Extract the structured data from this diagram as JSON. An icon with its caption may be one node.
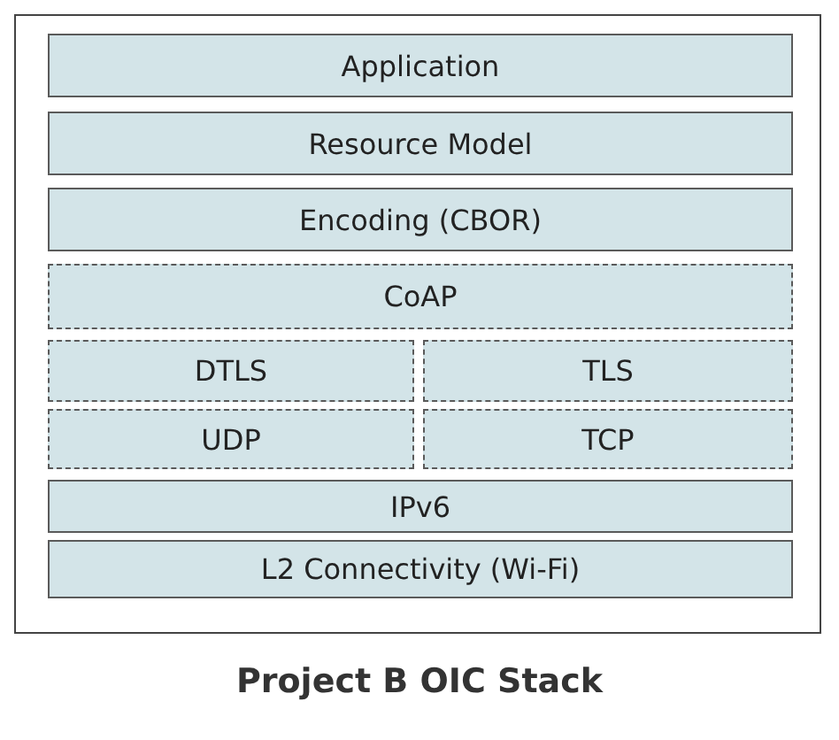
{
  "diagram": {
    "caption": "Project B OIC Stack",
    "nodes": [
      {
        "text": [],
        "shape": "box"
      },
      {
        "text": [
          "Application"
        ],
        "in": 0
      },
      {
        "text": [
          "Resource Model"
        ],
        "in": 0
      },
      {
        "text": [
          "Encoding (CBOR)"
        ],
        "in": 0
      },
      {
        "text": [
          "CoAP"
        ],
        "in": 0
      },
      {
        "text": [
          "DTLS"
        ],
        "in": 0
      },
      {
        "text": [
          "TLS"
        ],
        "in": 0
      },
      {
        "text": [
          "UDP"
        ],
        "in": 0
      },
      {
        "text": [
          "TCP"
        ],
        "in": 0
      },
      {
        "text": [
          "IPv6"
        ],
        "in": 0
      },
      {
        "text": [
          "L2 Connectivity (Wi-Fi)"
        ],
        "in": 0
      }
    ],
    "edges": []
  }
}
